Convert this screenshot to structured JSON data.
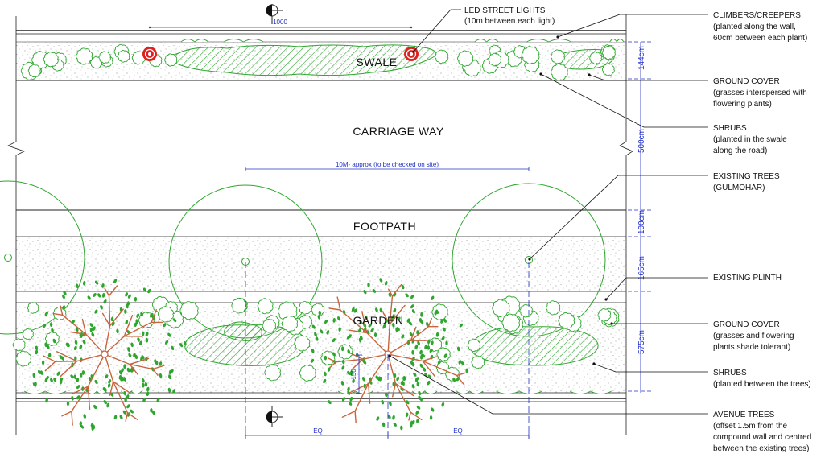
{
  "zones": {
    "swale": "SWALE",
    "carriage_way": "CARRIAGE WAY",
    "footpath": "FOOTPATH",
    "garden": "GARDEN"
  },
  "dimensions": {
    "light_spacing": "1000",
    "tree_spacing": "10M- approx (to be checked on site)",
    "eq_left": "EQ",
    "eq_right": "EQ",
    "offset": "150",
    "swale_width": "144cm",
    "road_width": "500cm",
    "footpath_width": "100cm",
    "plinth_width": "165cm",
    "garden_width": "575cm"
  },
  "callouts": [
    {
      "title": "LED STREET LIGHTS",
      "lines": [
        "(10m between each light)"
      ]
    },
    {
      "title": "CLIMBERS/CREEPERS",
      "lines": [
        "(planted along the wall,",
        "60cm between each plant)"
      ]
    },
    {
      "title": "GROUND COVER",
      "lines": [
        "(grasses interspersed with",
        "flowering plants)"
      ]
    },
    {
      "title": "SHRUBS",
      "lines": [
        "(planted in the swale",
        "along the road)"
      ]
    },
    {
      "title": "EXISTING TREES",
      "lines": [
        "(GULMOHAR)"
      ]
    },
    {
      "title": "EXISTING PLINTH",
      "lines": []
    },
    {
      "title": "GROUND COVER",
      "lines": [
        "(grasses and flowering",
        "plants shade tolerant)"
      ]
    },
    {
      "title": "SHRUBS",
      "lines": [
        "(planted between the trees)"
      ]
    },
    {
      "title": "AVENUE TREES",
      "lines": [
        "(offset 1.5m from the",
        "compound wall and centred",
        "between the existing trees)"
      ]
    }
  ],
  "colors": {
    "plant_green": "#2ea62e",
    "tree_brown": "#c8643c",
    "dimension_blue": "#2330c8",
    "light_red": "#e02020",
    "line_black": "#222222"
  }
}
